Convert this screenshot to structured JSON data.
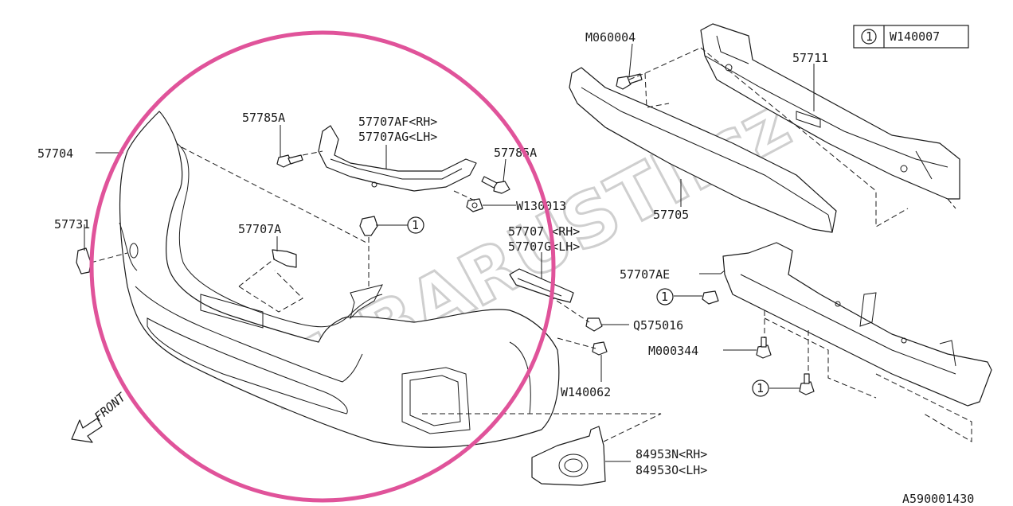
{
  "diagram": {
    "figure_code": "A590001430",
    "front_label": "FRONT",
    "watermark": "SUBARUSTI.cz",
    "highlight_color": "#e0539a",
    "legend": {
      "symbol": "1",
      "part": "W140007"
    },
    "parts": {
      "p57704": "57704",
      "p57731": "57731",
      "p57785A_left": "57785A",
      "p57785A_right": "57785A",
      "p57707AF": "57707AF<RH>",
      "p57707AG": "57707AG<LH>",
      "p57707A": "57707A",
      "callout_center": "1",
      "pW130013": "W130013",
      "p57707_rh": "57707 <RH>",
      "p57707G_lh": "57707G<LH>",
      "pQ575016": "Q575016",
      "pW140062": "W140062",
      "pM060004": "M060004",
      "p57711": "57711",
      "p57705": "57705",
      "p57707AE": "57707AE",
      "callout_ae": "1",
      "pM000344": "M000344",
      "callout_lower": "1",
      "p84953N": "84953N<RH>",
      "p84953O": "84953O<LH>"
    }
  }
}
